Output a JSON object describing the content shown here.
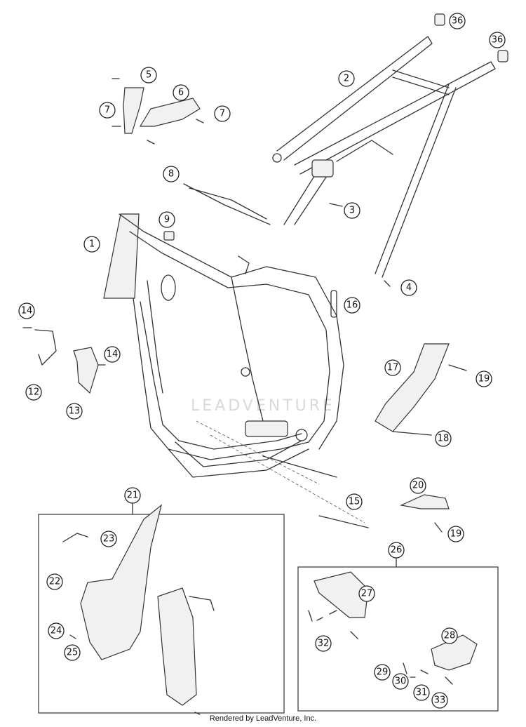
{
  "footer": {
    "credit": "Rendered by LeadVenture, Inc."
  },
  "watermark": "LEADVENTURE",
  "callouts": {
    "c1": "1",
    "c2": "2",
    "c3": "3",
    "c4": "4",
    "c5": "5",
    "c6": "6",
    "c7a": "7",
    "c7b": "7",
    "c8": "8",
    "c9": "9",
    "c12": "12",
    "c13": "13",
    "c14a": "14",
    "c14b": "14",
    "c15": "15",
    "c16": "16",
    "c17": "17",
    "c18": "18",
    "c19a": "19",
    "c19b": "19",
    "c20": "20",
    "c21": "21",
    "c22": "22",
    "c23": "23",
    "c24": "24",
    "c25": "25",
    "c26": "26",
    "c27": "27",
    "c28": "28",
    "c29": "29",
    "c30": "30",
    "c31": "31",
    "c32": "32",
    "c33": "33",
    "c36a": "36",
    "c36b": "36"
  }
}
